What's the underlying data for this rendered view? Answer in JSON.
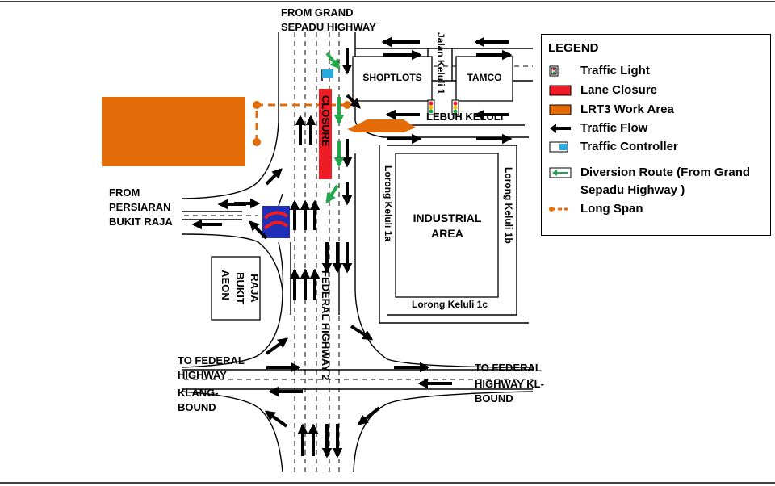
{
  "labels": {
    "from_grand": [
      "FROM GRAND",
      "SEPADU HIGHWAY"
    ],
    "from_persiaran": [
      "FROM",
      "PERSIARAN",
      "BUKIT RAJA"
    ],
    "aeon": [
      "AEON",
      "BUKIT",
      "RAJA"
    ],
    "shoplots": "SHOPTLOTS",
    "tamco": "TAMCO",
    "jalan_keluli_1": "Jalan Keluli 1",
    "lebuh_keluli": "LEBUH KELULI",
    "closure": "CLOSURE",
    "industrial_area": [
      "INDUSTRIAL",
      "AREA"
    ],
    "lorong_keluli_1a": "Lorong Keluli 1a",
    "lorong_keluli_1b": "Lorong Keluli 1b",
    "lorong_keluli_1c": "Lorong Keluli 1c",
    "federal_highway_2": "FEDERAL HIGHWAY 2",
    "to_klang": [
      "TO FEDERAL",
      "HIGHWAY",
      "KLANG-",
      "BOUND"
    ],
    "to_kl": [
      "TO FEDERAL",
      "HIGHWAY KL-",
      "BOUND"
    ]
  },
  "legend": {
    "title": "LEGEND",
    "items": [
      {
        "label": "Traffic Light",
        "icon": "traffic-light-icon"
      },
      {
        "label": "Lane Closure",
        "icon": "lane-closure-icon"
      },
      {
        "label": "LRT3 Work Area",
        "icon": "work-area-icon"
      },
      {
        "label": "Traffic Flow",
        "icon": "traffic-flow-icon"
      },
      {
        "label": "Traffic Controller",
        "icon": "traffic-controller-icon"
      },
      {
        "label": "Diversion Route (From Grand",
        "icon": "diversion-route-icon"
      },
      {
        "label": "Sepadu Highway )",
        "icon": ""
      },
      {
        "label": "Long Span",
        "icon": "long-span-icon"
      }
    ]
  },
  "colors": {
    "lane_closure": "#ee1c24",
    "work_area": "#e36c09",
    "diversion": "#22a84a",
    "controller_flag": "#2aa8e0",
    "signboard": "#1e2fb8"
  }
}
